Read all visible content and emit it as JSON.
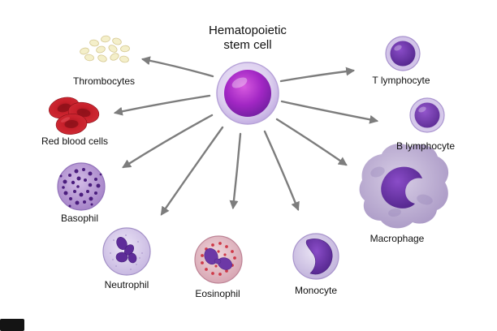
{
  "diagram": {
    "title_line1": "Hematopoietic",
    "title_line2": "stem cell",
    "labels": {
      "thrombocytes": "Thrombocytes",
      "red_blood_cells": "Red blood cells",
      "basophil": "Basophil",
      "neutrophil": "Neutrophil",
      "eosinophil": "Eosinophil",
      "monocyte": "Monocyte",
      "macrophage": "Macrophage",
      "b_lymphocyte": "B lymphocyte",
      "t_lymphocyte": "T lymphocyte"
    },
    "colors": {
      "background": "#ffffff",
      "arrow": "#7d7d7d",
      "label_text": "#111111",
      "stem_cell_core": "#a227c4",
      "lymphocyte_nucleus": "#6b35ad",
      "red_blood_cell": "#c7202b",
      "thrombocyte": "#f4efca",
      "eosinophil_granule": "#cf3a49",
      "basophil_granule": "#4b1d7e"
    }
  }
}
